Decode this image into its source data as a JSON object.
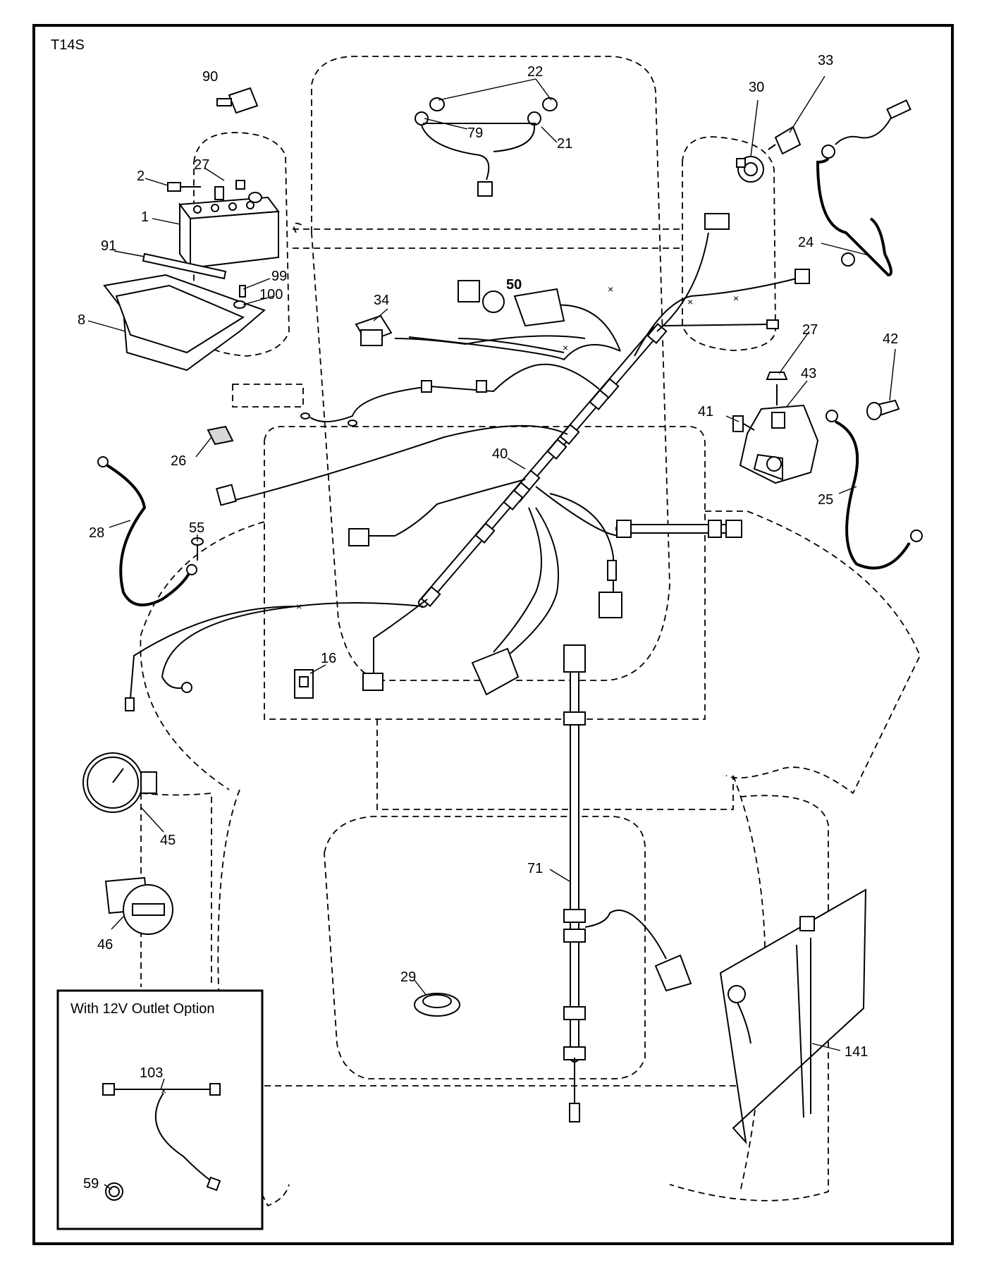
{
  "diagram_code": "T14S",
  "inset_title": "With 12V Outlet Option",
  "callouts": {
    "c1": "1",
    "c2": "2",
    "c8": "8",
    "c16": "16",
    "c21": "21",
    "c22": "22",
    "c24": "24",
    "c25": "25",
    "c26": "26",
    "c27a": "27",
    "c27b": "27",
    "c28": "28",
    "c29": "29",
    "c30": "30",
    "c33": "33",
    "c34": "34",
    "c40": "40",
    "c41": "41",
    "c42": "42",
    "c43": "43",
    "c45": "45",
    "c46": "46",
    "c50": "50",
    "c55": "55",
    "c59": "59",
    "c71": "71",
    "c79": "79",
    "c90": "90",
    "c91": "91",
    "c99": "99",
    "c100": "100",
    "c103": "103",
    "c141": "141"
  },
  "colors": {
    "line": "#000000",
    "background": "#ffffff",
    "shade": "#d8d8d8"
  }
}
